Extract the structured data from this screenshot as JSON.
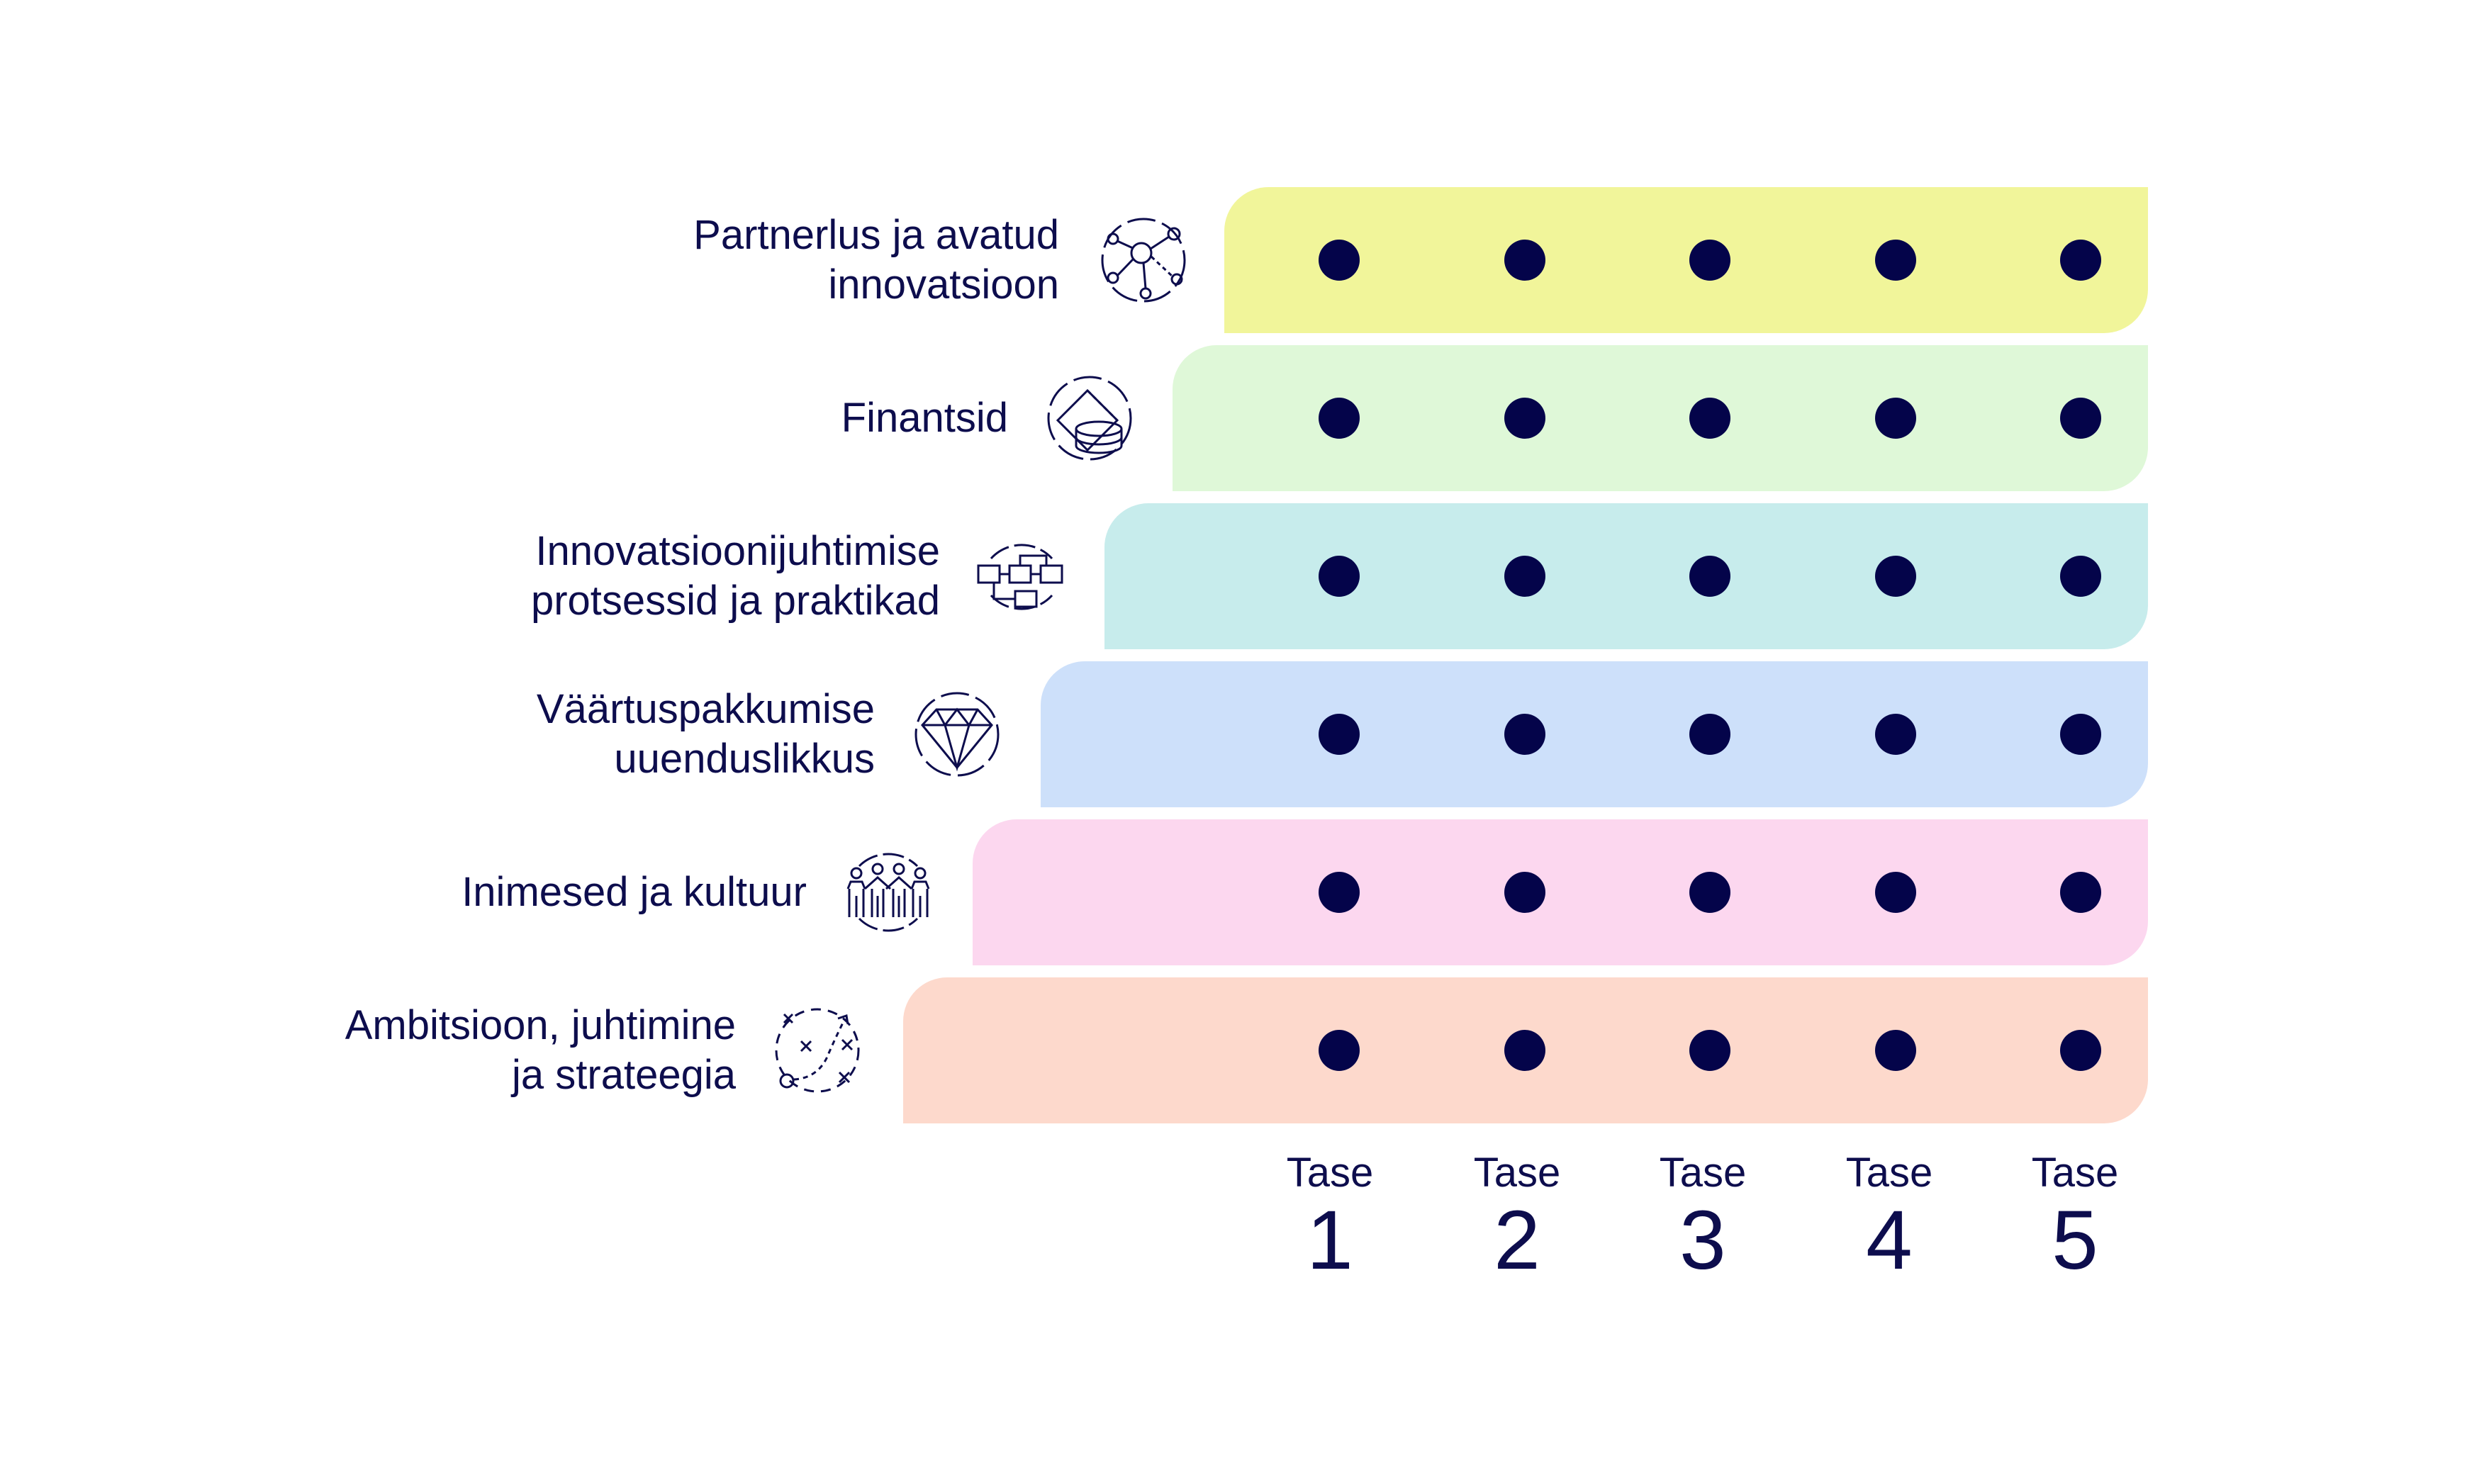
{
  "rows": [
    {
      "id": "partnership",
      "line1": "Partnerlus ja avatud",
      "line2": "innovatsioon",
      "color": "#f1f59a",
      "icon": "network-icon"
    },
    {
      "id": "finances",
      "line1": "Finantsid",
      "line2": "",
      "color": "#dff8d8",
      "icon": "coins-icon"
    },
    {
      "id": "processes",
      "line1": "Innovatsioonijuhtimise",
      "line2": "protsessid ja praktikad",
      "color": "#c7ecec",
      "icon": "flowchart-icon"
    },
    {
      "id": "value",
      "line1": "Väärtuspakkumise",
      "line2": "uuenduslikkus",
      "color": "#cde0fa",
      "icon": "diamond-icon"
    },
    {
      "id": "people",
      "line1": "Inimesed ja kultuur",
      "line2": "",
      "color": "#fcd7ef",
      "icon": "people-icon"
    },
    {
      "id": "ambition",
      "line1": "Ambitsioon, juhtimine",
      "line2": "ja strateegia",
      "color": "#fdd9cc",
      "icon": "strategy-icon"
    }
  ],
  "levels": [
    {
      "label": "Tase",
      "number": "1"
    },
    {
      "label": "Tase",
      "number": "2"
    },
    {
      "label": "Tase",
      "number": "3"
    },
    {
      "label": "Tase",
      "number": "4"
    },
    {
      "label": "Tase",
      "number": "5"
    }
  ],
  "dot_color": "#04044a",
  "text_color": "#0d0d4d"
}
